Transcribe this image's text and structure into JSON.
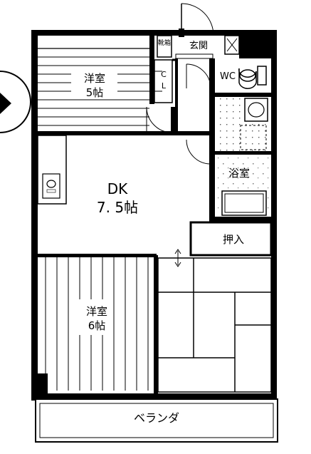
{
  "rooms": {
    "western_room_1": {
      "name": "洋室",
      "size": "5帖"
    },
    "closet": {
      "label": "C L"
    },
    "shoe_storage": "靴箱",
    "entrance": "玄関",
    "toilet": "WC",
    "dk": {
      "name": "DK",
      "size": "7. 5帖"
    },
    "bathroom": "浴室",
    "storage": "押入",
    "western_room_2": {
      "name": "洋室",
      "size": "6帖"
    },
    "balcony": "ベランダ"
  },
  "colors": {
    "wall": "#000000",
    "floor": "#ffffff",
    "tile_dots": "#555555"
  }
}
